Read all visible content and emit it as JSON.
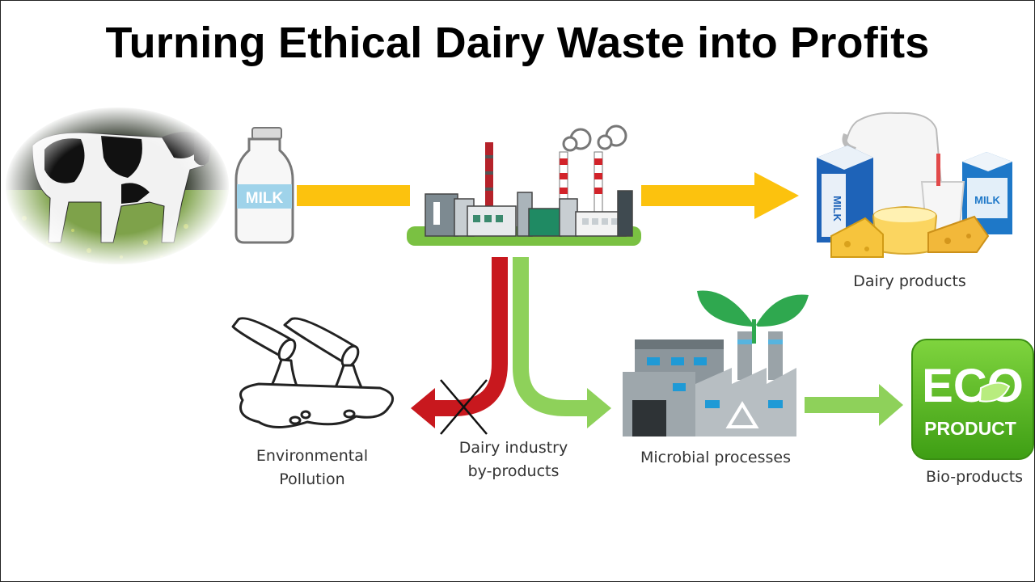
{
  "title": "Turning Ethical Dairy Waste into Profits",
  "labels": {
    "dairy_products": "Dairy products",
    "environmental_pollution": "Environmental Pollution",
    "by_products": "Dairy industry by-products",
    "microbial_processes": "Microbial processes",
    "bio_products": "Bio-products"
  },
  "image_text": {
    "milk_bottle": "MILK",
    "milk_carton": "MILK",
    "milk_carton_small": "MILK",
    "eco_badge_top": "ECO",
    "eco_badge_bottom": "PRODUCT"
  },
  "colors": {
    "main_flow": "#fcc20e",
    "waste_flow": "#c8181e",
    "eco_flow": "#8ed15a",
    "eco_badge": "#4fb81c"
  }
}
